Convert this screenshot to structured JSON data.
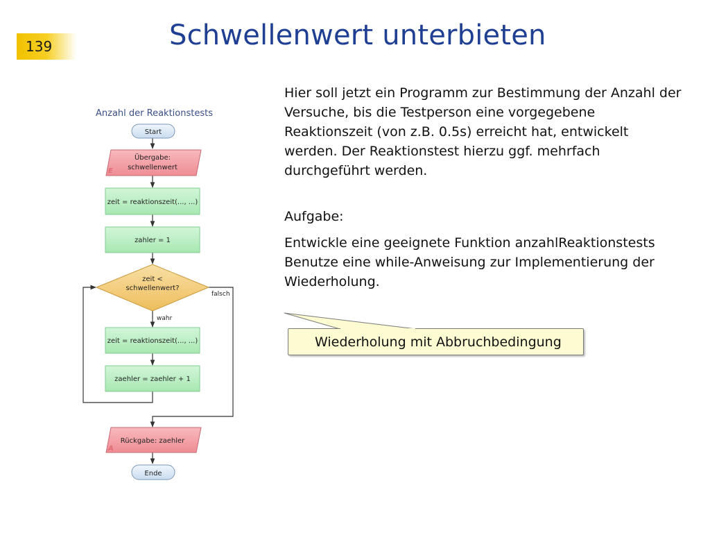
{
  "slide": {
    "number": "139",
    "title": "Schwellenwert unterbieten"
  },
  "text": {
    "paragraph1": "Hier soll jetzt ein Programm zur Bestimmung der Anzahl der Versuche, bis die Testperson eine vorgegebene Reaktionszeit (von z.B. 0.5s) erreicht hat, entwickelt werden. Der Reaktionstest hierzu ggf. mehrfach durchgeführt werden.",
    "task_label": "Aufgabe:",
    "task_line1": "Entwickle eine geeignete Funktion anzahlReaktionstests",
    "task_line2": "Benutze eine while-Anweisung zur Implementierung der Wiederholung.",
    "callout": "Wiederholung mit Abbruchbedingung"
  },
  "flowchart": {
    "title": "Anzahl der Reaktionstests",
    "start": "Start",
    "input_line1": "Übergabe:",
    "input_line2": "schwellenwert",
    "input_marker": "E",
    "step1": "zeit = reaktionszeit(..., ...)",
    "step2": "zahler = 1",
    "decision_line1": "zeit <",
    "decision_line2": "schwellenwert?",
    "label_false": "falsch",
    "label_true": "wahr",
    "loop_step1": "zeit = reaktionszeit(..., ...)",
    "loop_step2": "zaehler = zaehler + 1",
    "output": "Rückgabe: zaehler",
    "output_marker": "A",
    "end": "Ende"
  },
  "colors": {
    "title_blue": "#1f3f93",
    "badge_yellow": "#f2c200",
    "terminal_fill": "#dce9f6",
    "io_fill": "#f4a0a6",
    "process_fill": "#b9efc2",
    "decision_fill": "#f4cf7c",
    "callout_fill": "#fdfbd2"
  }
}
